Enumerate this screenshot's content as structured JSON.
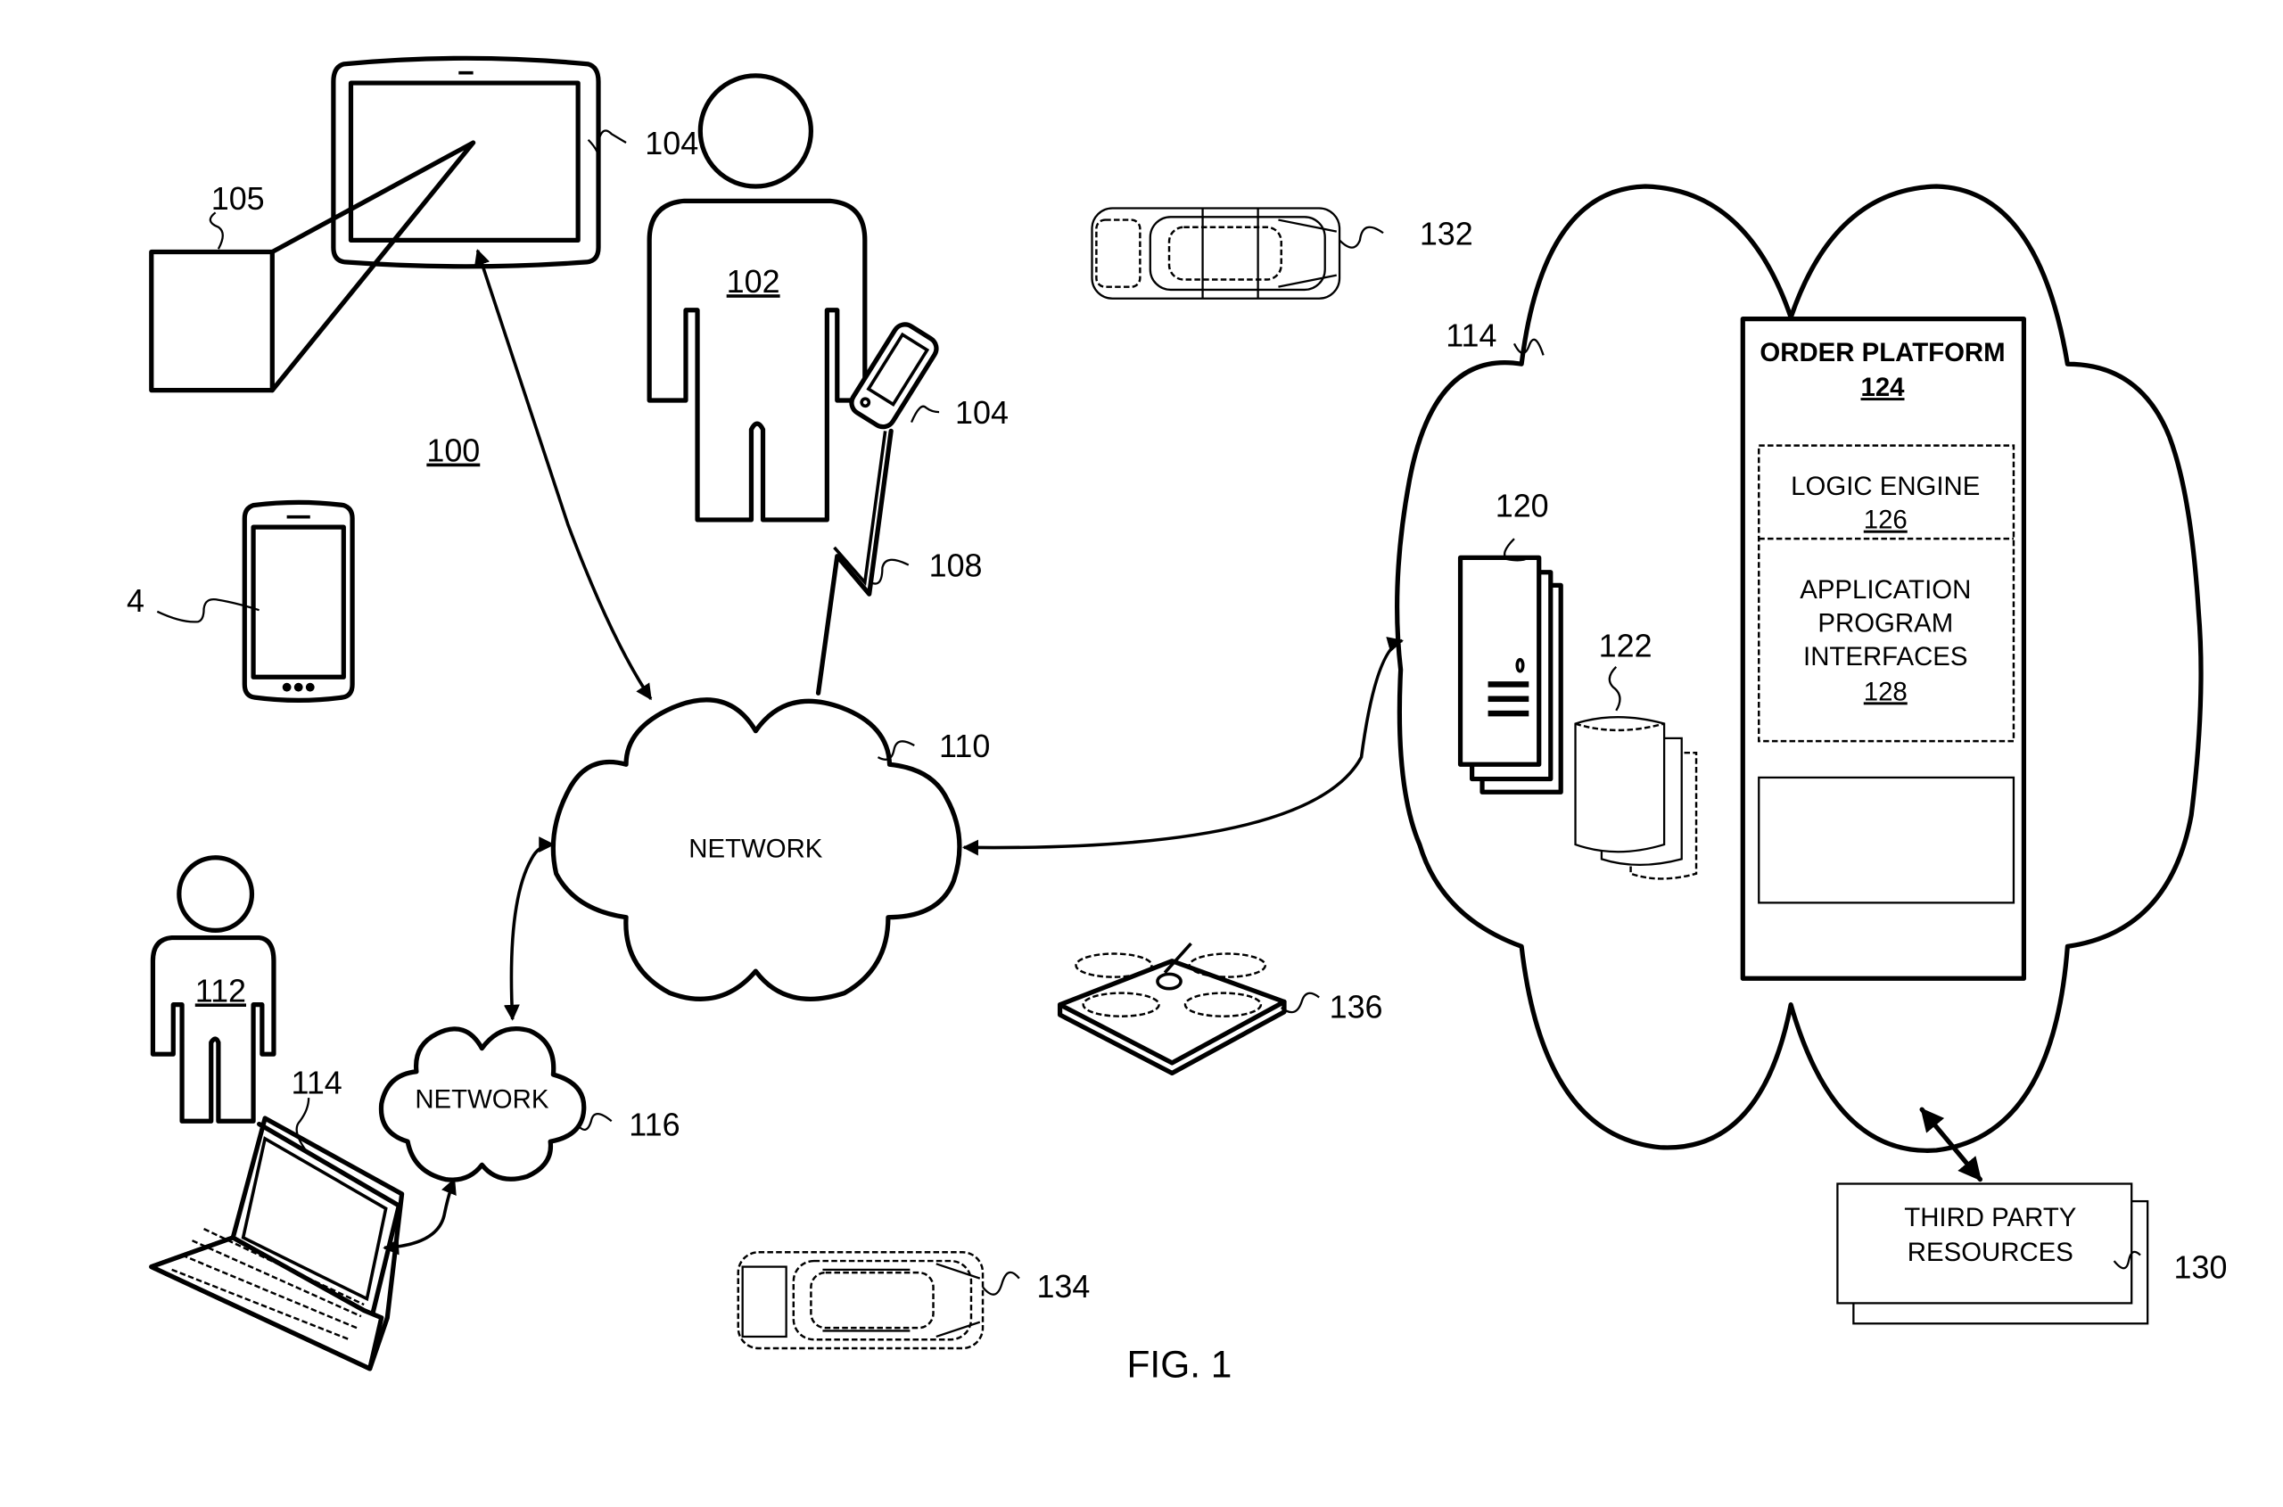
{
  "figure": {
    "title": "FIG. 1",
    "system_ref": "100",
    "colors": {
      "ink": "#000000",
      "paper": "#ffffff"
    }
  },
  "nodes": {
    "tablet": {
      "ref": "104",
      "icon": "tablet-icon"
    },
    "projector_box": {
      "ref": "105",
      "icon": "box-icon"
    },
    "user_primary": {
      "ref": "102",
      "icon": "person-icon"
    },
    "handheld_device": {
      "ref": "104",
      "icon": "handheld-device-icon"
    },
    "smartphone": {
      "ref": "4",
      "icon": "smartphone-icon"
    },
    "wireless_link": {
      "ref": "108",
      "icon": "lightning-bolt-icon"
    },
    "network_main": {
      "label": "NETWORK",
      "ref": "110",
      "icon": "cloud-icon"
    },
    "network_secondary": {
      "label": "NETWORK",
      "ref": "116",
      "icon": "cloud-icon"
    },
    "user_secondary": {
      "ref": "112",
      "icon": "person-icon"
    },
    "laptop": {
      "ref": "114",
      "icon": "laptop-icon"
    },
    "vehicle_top": {
      "ref": "132",
      "icon": "car-icon"
    },
    "vehicle_bottom": {
      "ref": "134",
      "icon": "car-icon"
    },
    "drone": {
      "ref": "136",
      "icon": "drone-icon"
    },
    "cloud_platform": {
      "ref": "114",
      "icon": "cloud-icon"
    },
    "servers": {
      "ref": "120",
      "icon": "server-stack-icon"
    },
    "databases": {
      "ref": "122",
      "icon": "database-stack-icon"
    },
    "order_platform": {
      "title": "ORDER PLATFORM",
      "ref": "124",
      "logic_engine": {
        "title": "LOGIC ENGINE",
        "ref": "126"
      },
      "api": {
        "lines": [
          "APPLICATION",
          "PROGRAM",
          "INTERFACES"
        ],
        "ref": "128"
      }
    },
    "third_party": {
      "lines": [
        "THIRD PARTY",
        "RESOURCES"
      ],
      "ref": "130"
    }
  }
}
